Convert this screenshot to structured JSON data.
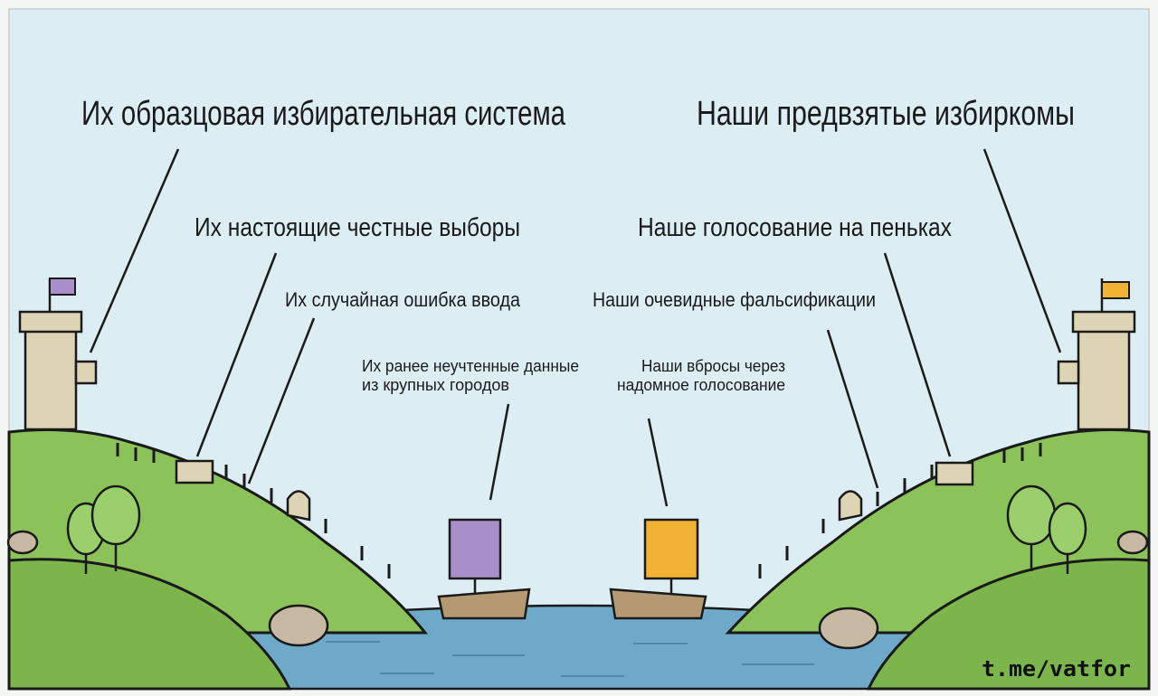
{
  "left": {
    "system": "Их образцовая избирательная система",
    "elections": "Их настоящие честные выборы",
    "error": "Их случайная ошибка ввода",
    "data_line1": "Их ранее неучтенные данные",
    "data_line2": "из крупных городов",
    "sail_color": "#a98fc9",
    "flag_color": "#a98fc9"
  },
  "right": {
    "system": "Наши предвзятые избиркомы",
    "elections": "Наше голосование на пеньках",
    "error": "Наши очевидные фальсификации",
    "data_line1": "Наши вбросы через",
    "data_line2": "надомное голосование",
    "sail_color": "#f2b233",
    "flag_color": "#f2b233"
  },
  "watermark": "t.me/vatfor",
  "colors": {
    "sky": "#dcedf4",
    "grass": "#8cc25a",
    "water": "#6fa9c9"
  }
}
